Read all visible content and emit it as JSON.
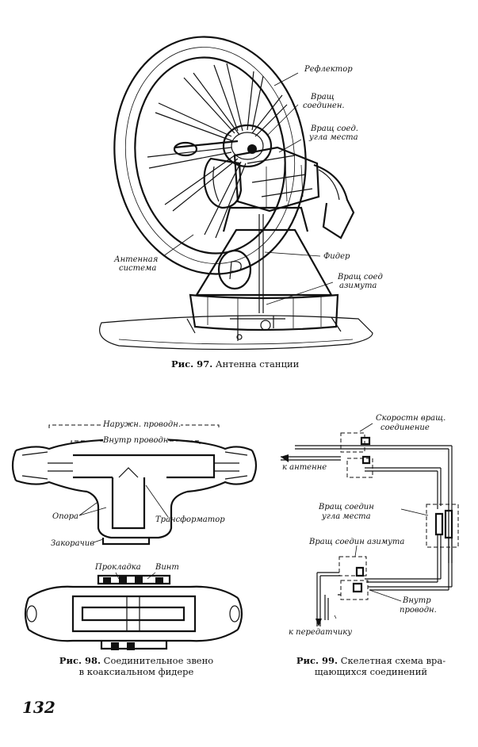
{
  "fig97": {
    "labels": {
      "reflector": "Рефлектор",
      "rot_joint_1": "Вращ",
      "rot_joint_2": "соединен.",
      "elev_joint_1": "Вращ соед.",
      "elev_joint_2": "угла места",
      "antenna_1": "Антенная",
      "antenna_2": "система",
      "feeder": "Фидер",
      "azimuth_1": "Вращ соед",
      "azimuth_2": "азимута"
    },
    "caption": {
      "number": "Рис. 97.",
      "text": "Антенна станции"
    }
  },
  "fig98": {
    "labels": {
      "outer": "Наружн. проводн.",
      "inner": "Внутр проводн",
      "support": "Опора",
      "transformer": "Трансформатор",
      "short": "Закорачив",
      "gasket": "Прокладка",
      "screw": "Винт"
    },
    "caption": {
      "number": "Рис. 98.",
      "line1": "Соединительное звено",
      "line2": "в коаксиальном фидере"
    }
  },
  "fig99": {
    "labels": {
      "high_speed_1": "Скоростн вращ.",
      "high_speed_2": "соединение",
      "to_antenna": "к антенне",
      "elev_1": "Вращ соедин",
      "elev_2": "угла места",
      "azim": "Вращ соедин азимута",
      "inner_1": "Внутр",
      "inner_2": "проводн.",
      "to_transmitter": "к передатчику"
    },
    "caption": {
      "number": "Рис. 99.",
      "line1": "Скелетная схема вра-",
      "line2": "щающихся соединений"
    }
  },
  "page_number": "132"
}
